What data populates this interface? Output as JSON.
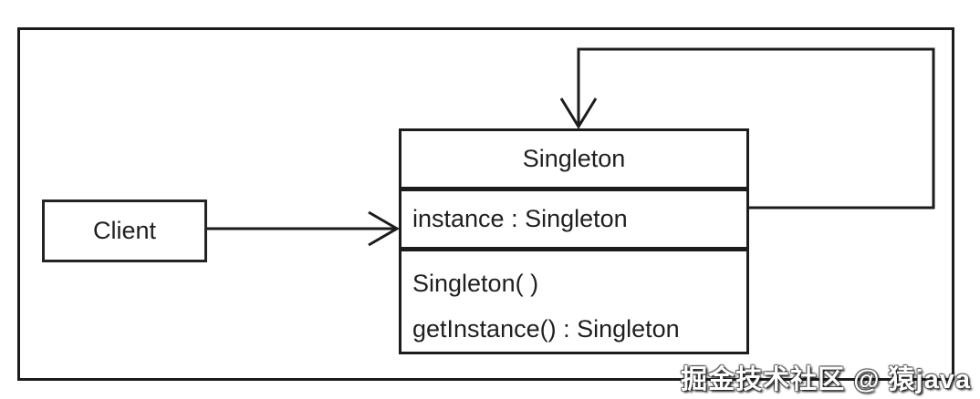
{
  "diagram": {
    "type": "uml-class-diagram",
    "pattern": "Singleton",
    "client": {
      "label": "Client"
    },
    "singleton": {
      "title": "Singleton",
      "attributes": [
        "instance : Singleton"
      ],
      "methods": [
        "Singleton( )",
        "getInstance() : Singleton"
      ]
    },
    "relations": [
      {
        "from": "Client",
        "to": "Singleton",
        "kind": "association",
        "direction": "right"
      },
      {
        "from": "Singleton",
        "to": "Singleton",
        "kind": "self-association",
        "direction": "loop-top-right"
      }
    ],
    "watermark": "掘金技术社区 @ 猿java",
    "colors": {
      "line": "#1c1c1c",
      "background": "#ffffff",
      "text": "#1f1f1f",
      "watermark_text": "#ffffff",
      "watermark_shadow": "#141414"
    }
  }
}
